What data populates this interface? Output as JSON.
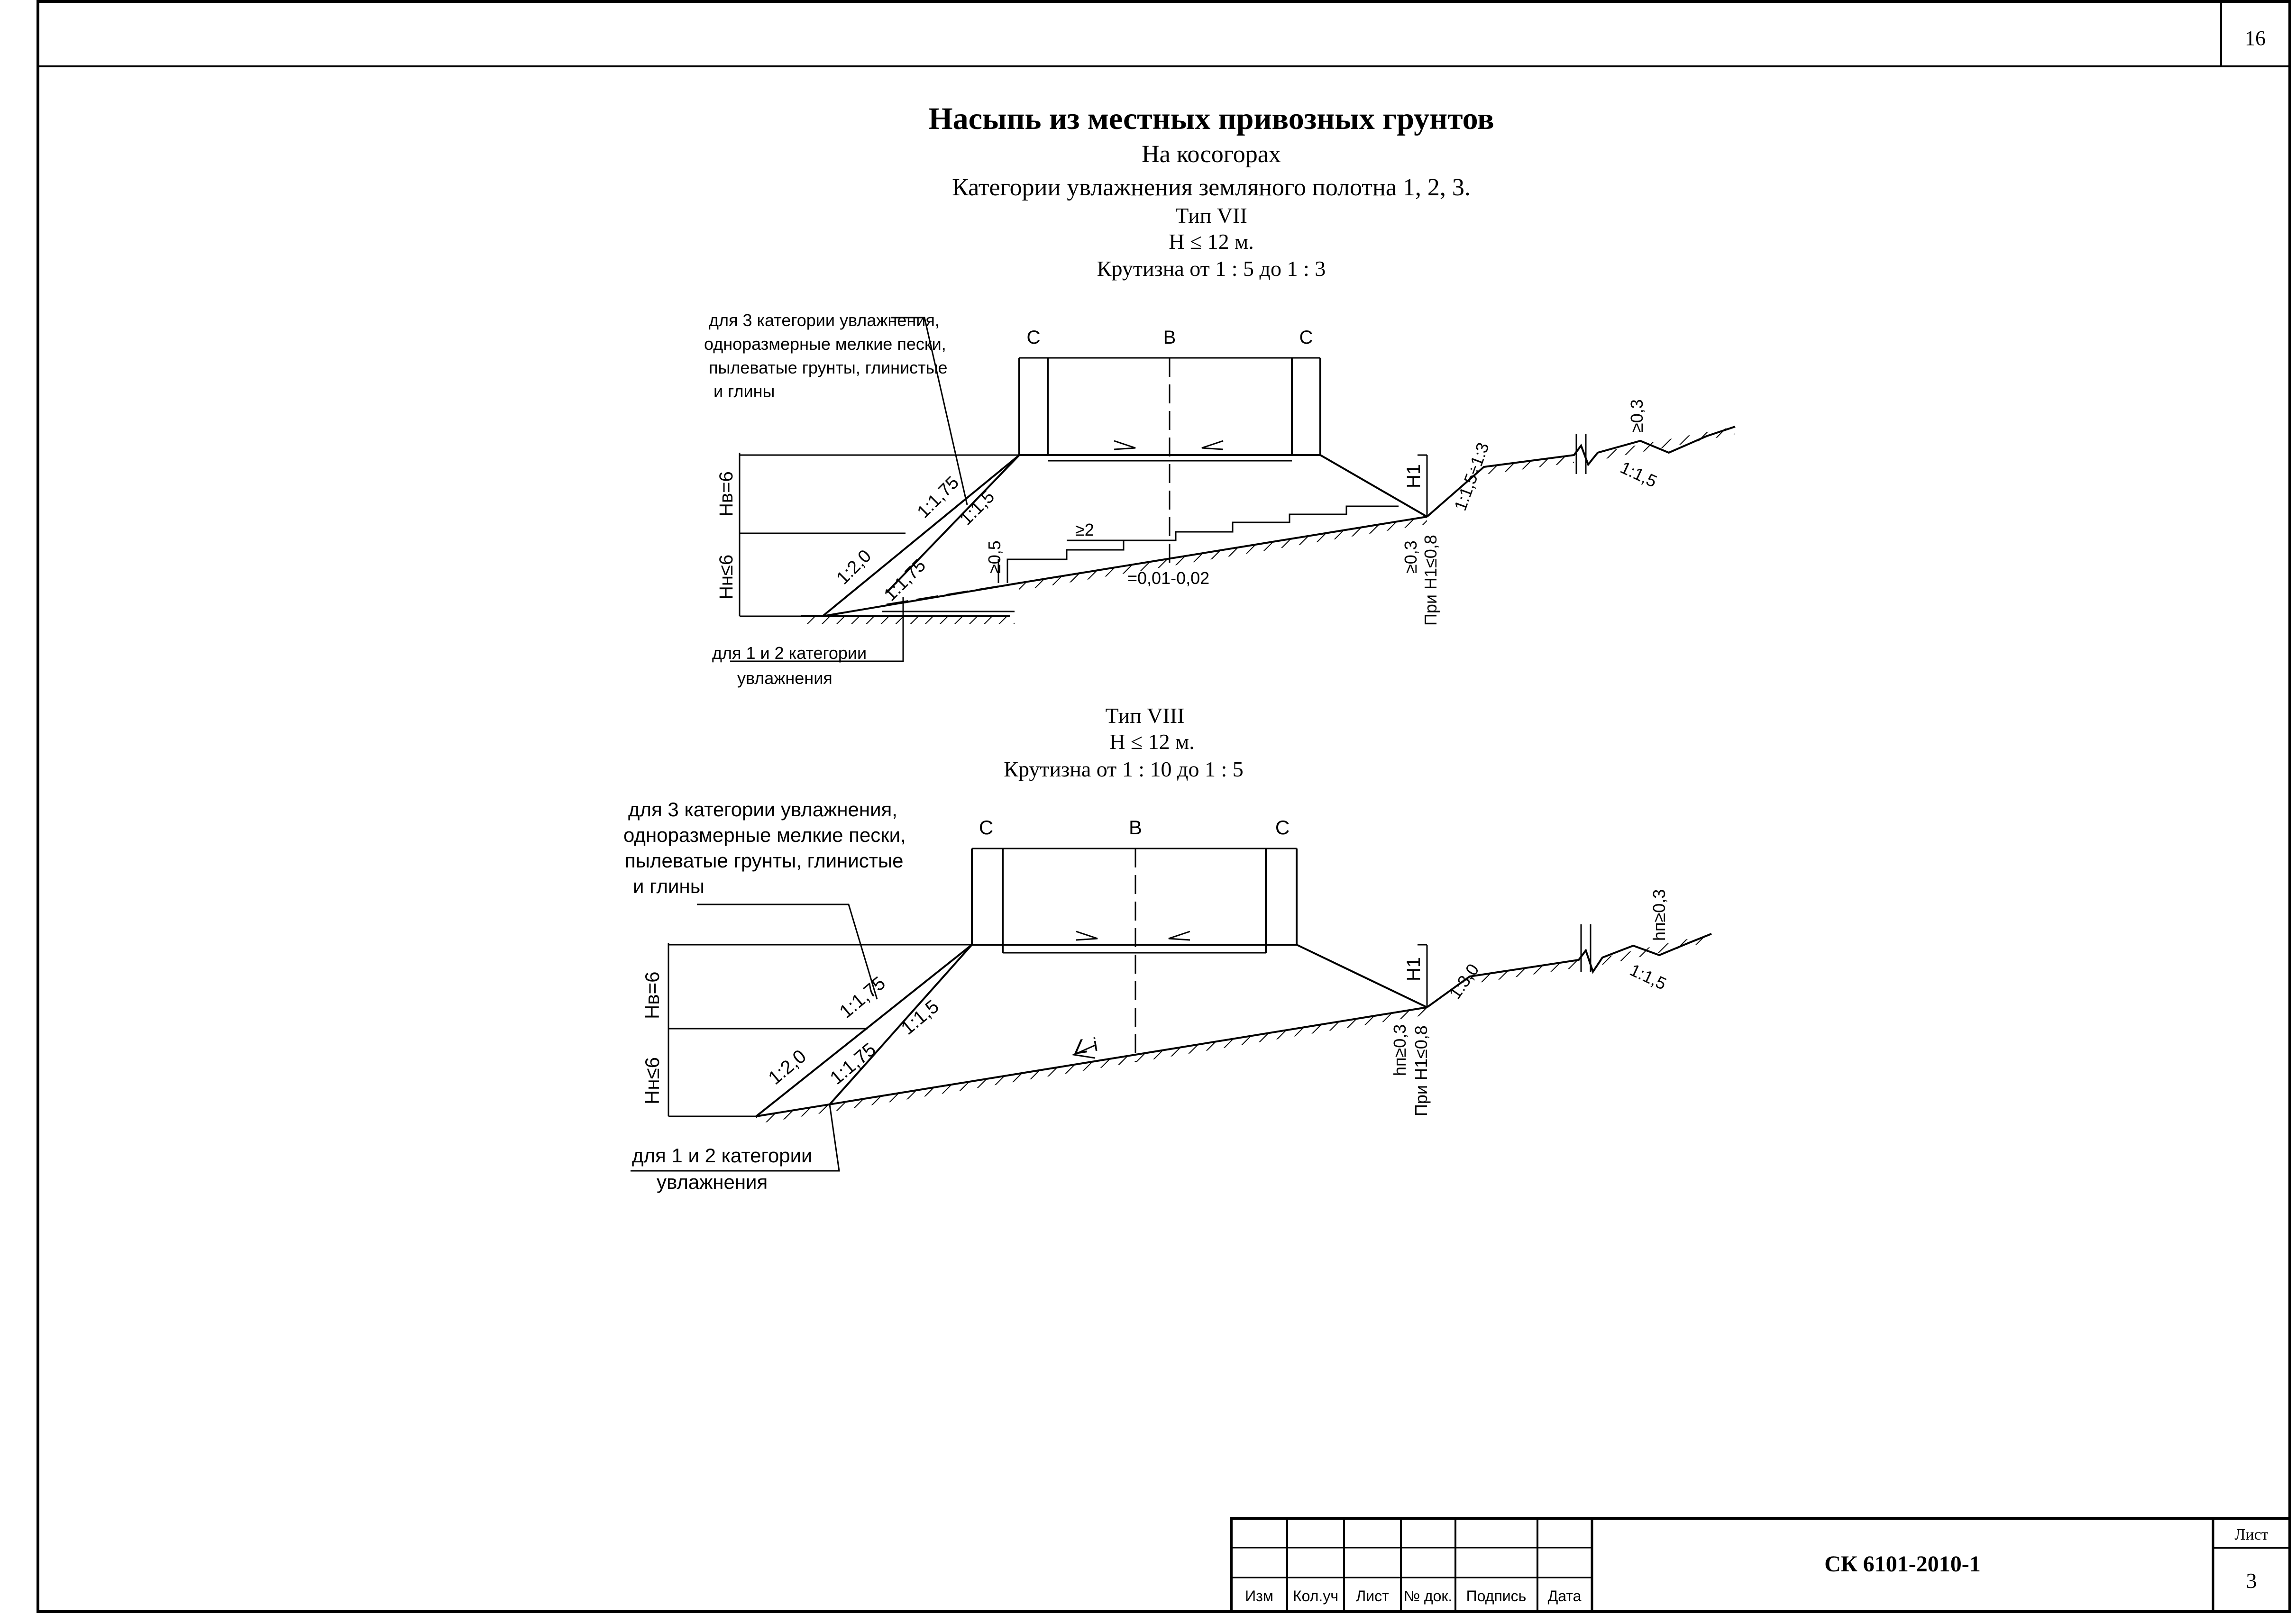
{
  "sheet": {
    "page_number": "16",
    "title": "Насыпь из местных привозных грунтов",
    "subtitle": "На косогорах",
    "category_line": "Категории увлажнения земляного полотна 1, 2, 3."
  },
  "type7": {
    "type_label": "Тип VII",
    "height_limit": "H ≤ 12 м.",
    "steepness": "Крутизна от 1 : 5 до 1 : 3",
    "note_top": [
      "для 3 категории увлажнения,",
      "одноразмерные мелкие пески,",
      "пылеватые грунты, глинистые",
      "и глины"
    ],
    "note_bottom": [
      "для 1 и 2 категории",
      "увлажнения"
    ],
    "label_c_left": "С",
    "label_b": "В",
    "label_c_right": "С",
    "hb": "Hв=6",
    "hn": "Hн≤6",
    "h1": "H1",
    "slope_175_upper": "1:1,75",
    "slope_15": "1:1,5",
    "slope_20": "1:2,0",
    "slope_175_lower": "1:1,75",
    "bench_height": "≥0,5",
    "bench_width": "≥2",
    "bench_slope": "=0,01-0,02",
    "ditch_slope": "1:1,5÷1:3",
    "berm_slope": "1:1,5",
    "berm_height": "≥0,3",
    "cond_a": "≥0,3",
    "cond_b": "При H1≤0,8"
  },
  "type8": {
    "type_label": "Тип VIII",
    "height_limit": "H ≤ 12 м.",
    "steepness": "Крутизна от 1 : 10 до 1 : 5",
    "note_top": [
      "для 3 категории увлажнения,",
      "одноразмерные мелкие пески,",
      "пылеватые грунты, глинистые",
      "и глины"
    ],
    "note_bottom": [
      "для 1 и 2 категории",
      "увлажнения"
    ],
    "label_c_left": "С",
    "label_b": "В",
    "label_c_right": "С",
    "hb": "Hв=6",
    "hn": "Hн≤6",
    "h1": "H1",
    "slope_175_upper": "1:1,75",
    "slope_15": "1:1,5",
    "slope_20": "1:2,0",
    "slope_175_lower": "1:1,75",
    "base_slope": "∠ i",
    "ditch_slope": "1:3,0",
    "berm_slope": "1:1,5",
    "berm_height": "hп≥0,3",
    "cond_a": "hп≥0,3",
    "cond_b": "При H1≤0,8"
  },
  "title_block": {
    "headers": [
      "Изм",
      "Кол.уч",
      "Лист",
      "№ док.",
      "Подпись",
      "Дата"
    ],
    "document_code": "СК 6101-2010-1",
    "sheet_label": "Лист",
    "sheet_number": "3"
  }
}
